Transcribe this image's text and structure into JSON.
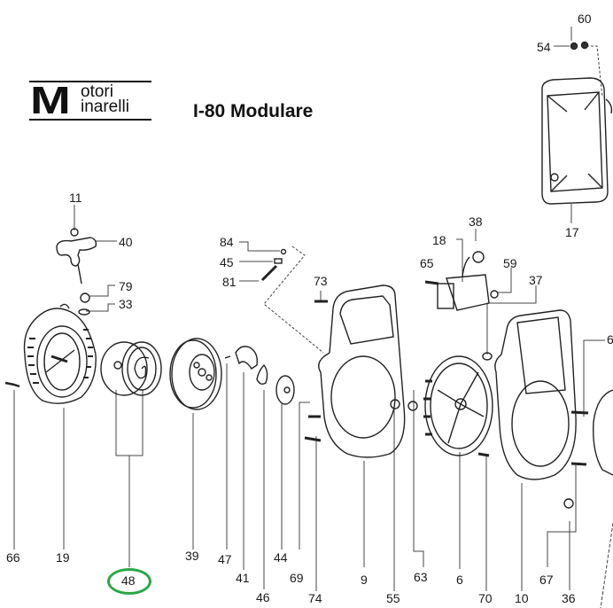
{
  "header": {
    "brand_line1": "otori",
    "brand_line2": "inarelli",
    "brand_initial": "M",
    "title": "I-80  Modulare"
  },
  "highlight": {
    "part": "48",
    "color": "#2aa745"
  },
  "parts": {
    "p11": "11",
    "p40": "40",
    "p79": "79",
    "p33": "33",
    "p84": "84",
    "p45": "45",
    "p81": "81",
    "p73": "73",
    "p38": "38",
    "p18": "18",
    "p65": "65",
    "p59": "59",
    "p37": "37",
    "p60": "60",
    "p54": "54",
    "p17": "17",
    "p6r": "6",
    "p66": "66",
    "p19": "19",
    "p48": "48",
    "p39": "39",
    "p47": "47",
    "p41": "41",
    "p46": "46",
    "p44": "44",
    "p69": "69",
    "p74": "74",
    "p9": "9",
    "p55": "55",
    "p63": "63",
    "p6": "6",
    "p70": "70",
    "p10": "10",
    "p67": "67",
    "p36": "36"
  }
}
